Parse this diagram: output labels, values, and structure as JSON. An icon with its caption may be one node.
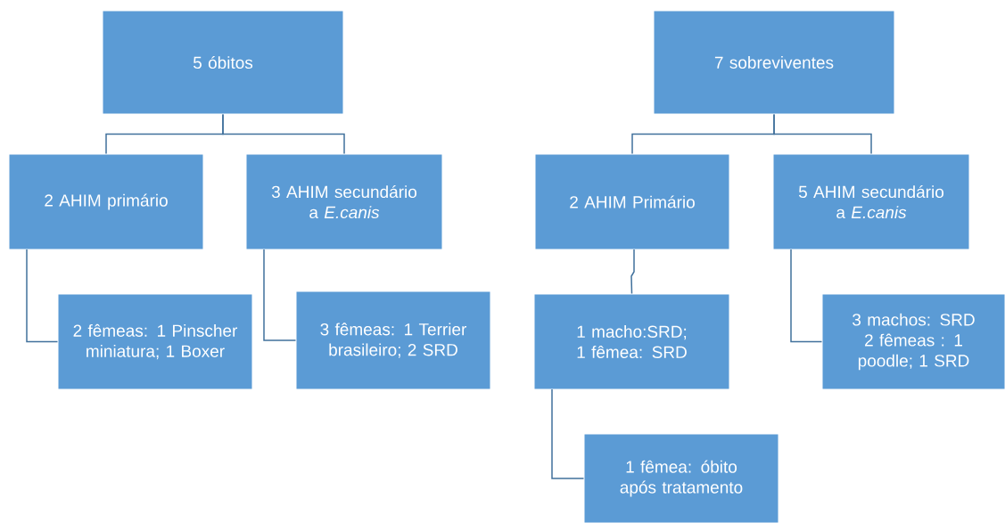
{
  "diagram": {
    "nodes": [
      {
        "text": [
          "5 óbitos"
        ]
      },
      {
        "text": [
          "2 AHIM primário"
        ]
      },
      {
        "text": [
          "3 AHIM secundário a *E.canis*"
        ]
      },
      {
        "text": [
          "2 fêmeas: 1 Pinscher miniatura; 1 Boxer"
        ]
      },
      {
        "text": [
          "3 fêmeas: 1 Terrier brasileiro; 2 SRD"
        ]
      },
      {
        "text": [
          "7 sobreviventes"
        ]
      },
      {
        "text": [
          "2 AHIM Primário"
        ]
      },
      {
        "text": [
          "5 AHIM secundário a *E.canis*"
        ]
      },
      {
        "text": [
          "1 macho:SRD; 1 fêmea: SRD"
        ]
      },
      {
        "text": [
          "3 machos: SRD 2 fêmeas : 1 poodle; 1 SRD"
        ]
      },
      {
        "text": [
          "1 fêmea: óbito após tratamento"
        ]
      }
    ],
    "edges": [
      {
        "from": 0,
        "to": 1,
        "arrow": "none"
      },
      {
        "from": 0,
        "to": 2,
        "arrow": "none"
      },
      {
        "from": 1,
        "to": 3,
        "arrow": "none"
      },
      {
        "from": 2,
        "to": 4,
        "arrow": "none"
      },
      {
        "from": 5,
        "to": 6,
        "arrow": "none"
      },
      {
        "from": 5,
        "to": 7,
        "arrow": "none"
      },
      {
        "from": 6,
        "to": 8,
        "arrow": "none"
      },
      {
        "from": 7,
        "to": 9,
        "arrow": "none"
      },
      {
        "from": 8,
        "to": 10,
        "arrow": "none"
      }
    ]
  }
}
